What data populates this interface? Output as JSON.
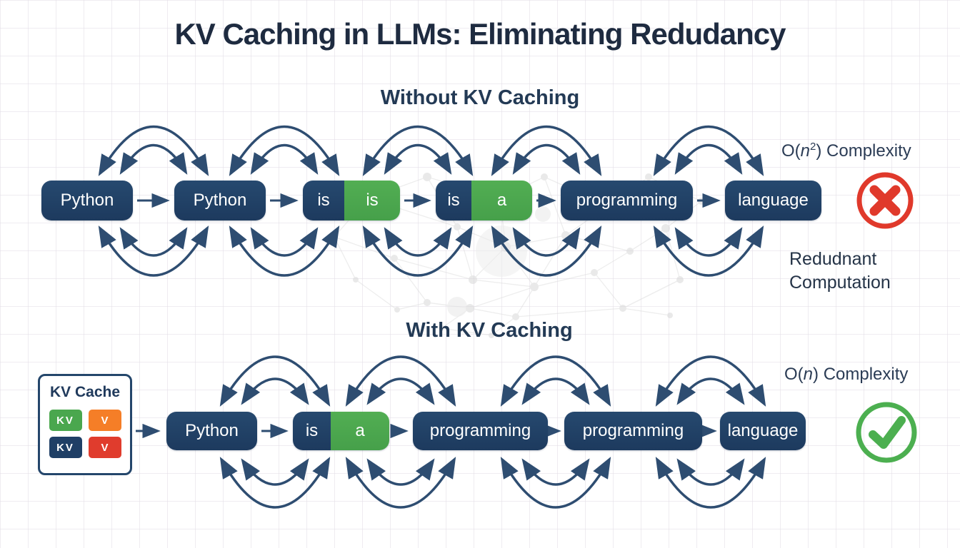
{
  "title": "KV Caching in LLMs: Eliminating Redudancy",
  "without": {
    "heading": "Without KV Caching",
    "tokens": [
      {
        "label": "Python"
      },
      {
        "label": "Python"
      },
      {
        "left": "is",
        "right": "is"
      },
      {
        "left": "is",
        "right": "a"
      },
      {
        "label": "programming"
      },
      {
        "label": "language"
      }
    ],
    "complexity": {
      "prefix": "O(",
      "var": "n",
      "sup": "2",
      "suffix": ") Complexity"
    },
    "status_icon": "x-circle",
    "note": {
      "line1": "Redudnant",
      "line2": "Computation"
    }
  },
  "with_caching": {
    "heading": "With KV Caching",
    "kv_cache": {
      "title": "KV Cache",
      "chips": [
        {
          "label": "KV",
          "color": "#4aa74e"
        },
        {
          "label": "V",
          "color": "#f57e27"
        },
        {
          "label": "KV",
          "color": "#1f3f66"
        },
        {
          "label": "V",
          "color": "#e03c2d"
        }
      ]
    },
    "tokens": [
      {
        "label": "Python"
      },
      {
        "left": "is",
        "right": "a"
      },
      {
        "label": "programming"
      },
      {
        "label": "programming"
      },
      {
        "label": "language"
      }
    ],
    "complexity": {
      "prefix": "O(",
      "var": "n",
      "suffix": ") Complexity"
    },
    "status_icon": "check-circle"
  },
  "colors": {
    "token_navy": "#1f3f66",
    "token_green": "#4aa74e",
    "arrow_navy": "#2e4d71",
    "error_red": "#e0392b",
    "success_green": "#4caf50",
    "chip_orange": "#f57e27",
    "chip_red": "#e03c2d",
    "heading_navy": "#233a55"
  }
}
